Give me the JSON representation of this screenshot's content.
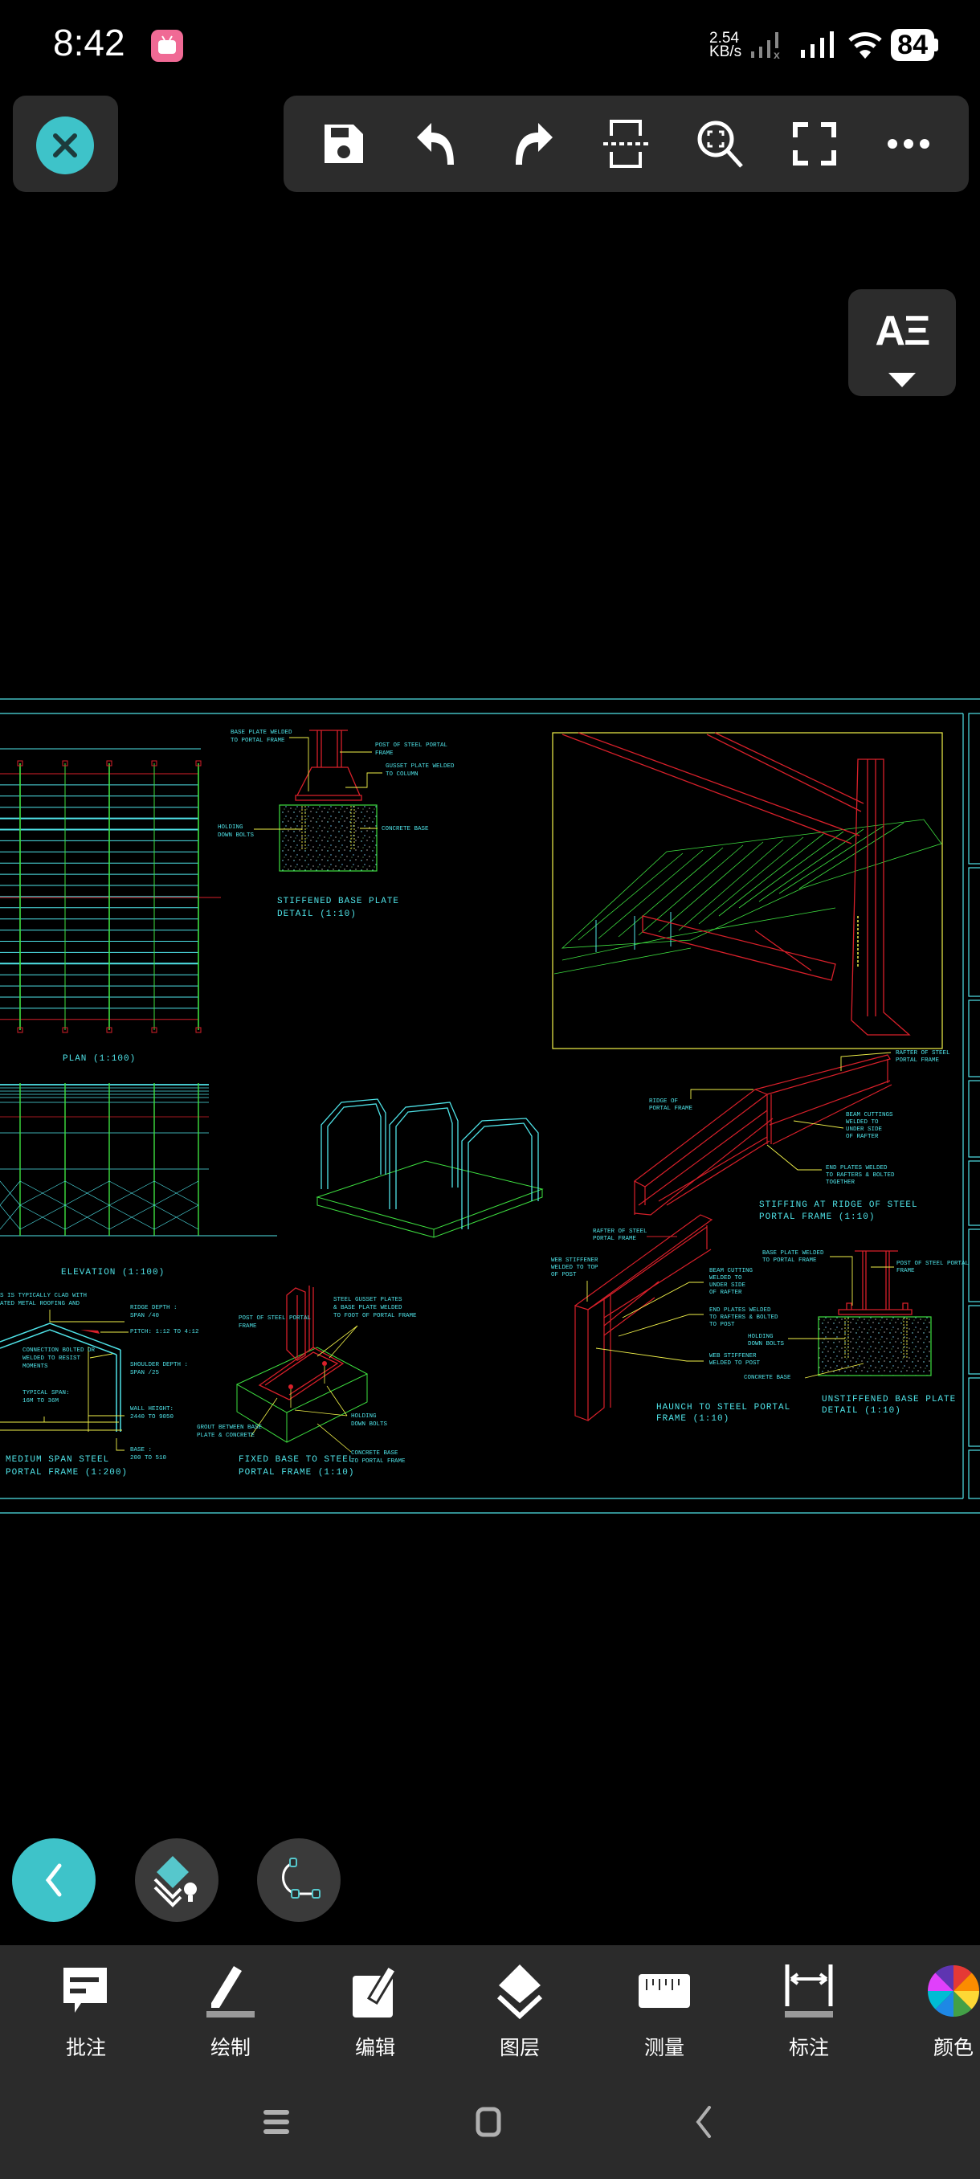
{
  "status_bar": {
    "time": "8:42",
    "net_speed_value": "2.54",
    "net_speed_unit": "KB/s",
    "battery": "84"
  },
  "toolbar": {
    "buttons": [
      "save",
      "undo",
      "redo",
      "split-view",
      "zoom-extents",
      "fullscreen",
      "more"
    ]
  },
  "text_style_button": {
    "label": "AΞ"
  },
  "drawing": {
    "plan_title": "PLAN (1:100)",
    "elevation_title": "ELEVATION    (1:100)",
    "stiffened": {
      "base_plate": [
        "BASE PLATE WELDED",
        "TO PORTAL FRAME"
      ],
      "post": [
        "POST OF STEEL PORTAL",
        "FRAME"
      ],
      "gusset": [
        "GUSSET PLATE WELDED",
        "TO COLUMN"
      ],
      "bolts": [
        "HOLDING",
        "DOWN BOLTS"
      ],
      "concrete": [
        "CONCRETE BASE"
      ],
      "title": [
        "STIFFENED BASE PLATE",
        "DETAIL (1:10)"
      ]
    },
    "ridge": {
      "rafter": [
        "RAFTER OF STEEL",
        "PORTAL FRAME"
      ],
      "ridge": [
        "RIDGE OF",
        "PORTAL FRAME"
      ],
      "cuttings": [
        "BEAM CUTTINGS",
        "WELDED TO",
        "UNDER SIDE",
        "OF RAFTER"
      ],
      "end_plates": [
        "END PLATES WELDED",
        "TO RAFTERS & BOLTED",
        "TOGETHER"
      ],
      "title": [
        "STIFFING AT RIDGE OF STEEL",
        "PORTAL FRAME (1:10)"
      ]
    },
    "medium": {
      "clad": [
        "S IS TYPICALLY CLAD WITH",
        "ATED METAL ROOFING AND"
      ],
      "ridge_depth": [
        "RIDGE DEPTH :",
        "SPAN /40"
      ],
      "pitch": [
        "PITCH: 1:12 TO 4:12"
      ],
      "connection": [
        "CONNECTION BOLTED OR",
        "WELDED TO RESIST",
        "MOMENTS"
      ],
      "shoulder": [
        "SHOULDER DEPTH :",
        "SPAN /25"
      ],
      "span": [
        "TYPICAL SPAN:",
        "16M TO 36M"
      ],
      "wall": [
        "WALL HEIGHT:",
        "2440 TO 9050"
      ],
      "base": [
        "BASE :",
        "200 TO 510"
      ],
      "title": [
        "MEDIUM  SPAN STEEL",
        "PORTAL FRAME (1:200)"
      ]
    },
    "fixed": {
      "post": [
        "POST OF STEEL PORTAL",
        "FRAME"
      ],
      "gusset": [
        "STEEL GUSSET PLATES",
        "& BASE PLATE WELDED",
        "TO FOOT OF PORTAL FRAME"
      ],
      "grout": [
        "GROUT BETWEEN BASE",
        "PLATE & CONCRETE"
      ],
      "bolts": [
        "HOLDING",
        "DOWN BOLTS"
      ],
      "concrete": [
        "CONCRETE BASE",
        "TO PORTAL FRAME"
      ],
      "title": [
        "FIXED BASE TO STEEL",
        "PORTAL FRAME (1:10)"
      ]
    },
    "haunch": {
      "rafter": [
        "RAFTER OF STEEL",
        "PORTAL FRAME"
      ],
      "web_top": [
        "WEB STIFFENER",
        "WELDED TO TOP",
        "OF POST"
      ],
      "cutting": [
        "BEAM CUTTING",
        "WELDED TO",
        "UNDER SIDE",
        "OF RAFTER"
      ],
      "end_plates": [
        "END PLATES WELDED",
        "TO RAFTERS & BOLTED",
        "TO POST"
      ],
      "web_post": [
        "WEB STIFFENER",
        "WELDED TO POST"
      ],
      "title": [
        "HAUNCH TO STEEL PORTAL",
        "FRAME (1:10)"
      ]
    },
    "unstiffened": {
      "base_plate": [
        "BASE PLATE WELDED",
        "TO PORTAL FRAME"
      ],
      "post": [
        "POST OF STEEL PORTAL",
        "FRAME"
      ],
      "bolts": [
        "HOLDING",
        "DOWN BOLTS"
      ],
      "concrete": [
        "CONCRETE BASE"
      ],
      "title": [
        "UNSTIFFENED BASE PLATE",
        "DETAIL (1:10)"
      ]
    }
  },
  "fabs": [
    "back",
    "layers",
    "polyline-edit"
  ],
  "bottom_bar": {
    "items": [
      {
        "label": "批注",
        "icon": "comment-icon"
      },
      {
        "label": "绘制",
        "icon": "pencil-icon"
      },
      {
        "label": "编辑",
        "icon": "edit-icon"
      },
      {
        "label": "图层",
        "icon": "layers-icon"
      },
      {
        "label": "测量",
        "icon": "ruler-icon"
      },
      {
        "label": "标注",
        "icon": "dimension-icon"
      },
      {
        "label": "颜色",
        "icon": "color-wheel-icon"
      }
    ]
  },
  "colors": {
    "accent": "#3ec3c9",
    "panel": "#2c2c2c",
    "cad_cyan": "#4fe3e8",
    "cad_red": "#d8202a",
    "cad_green": "#3ee040",
    "cad_yellow": "#f2f24a"
  }
}
